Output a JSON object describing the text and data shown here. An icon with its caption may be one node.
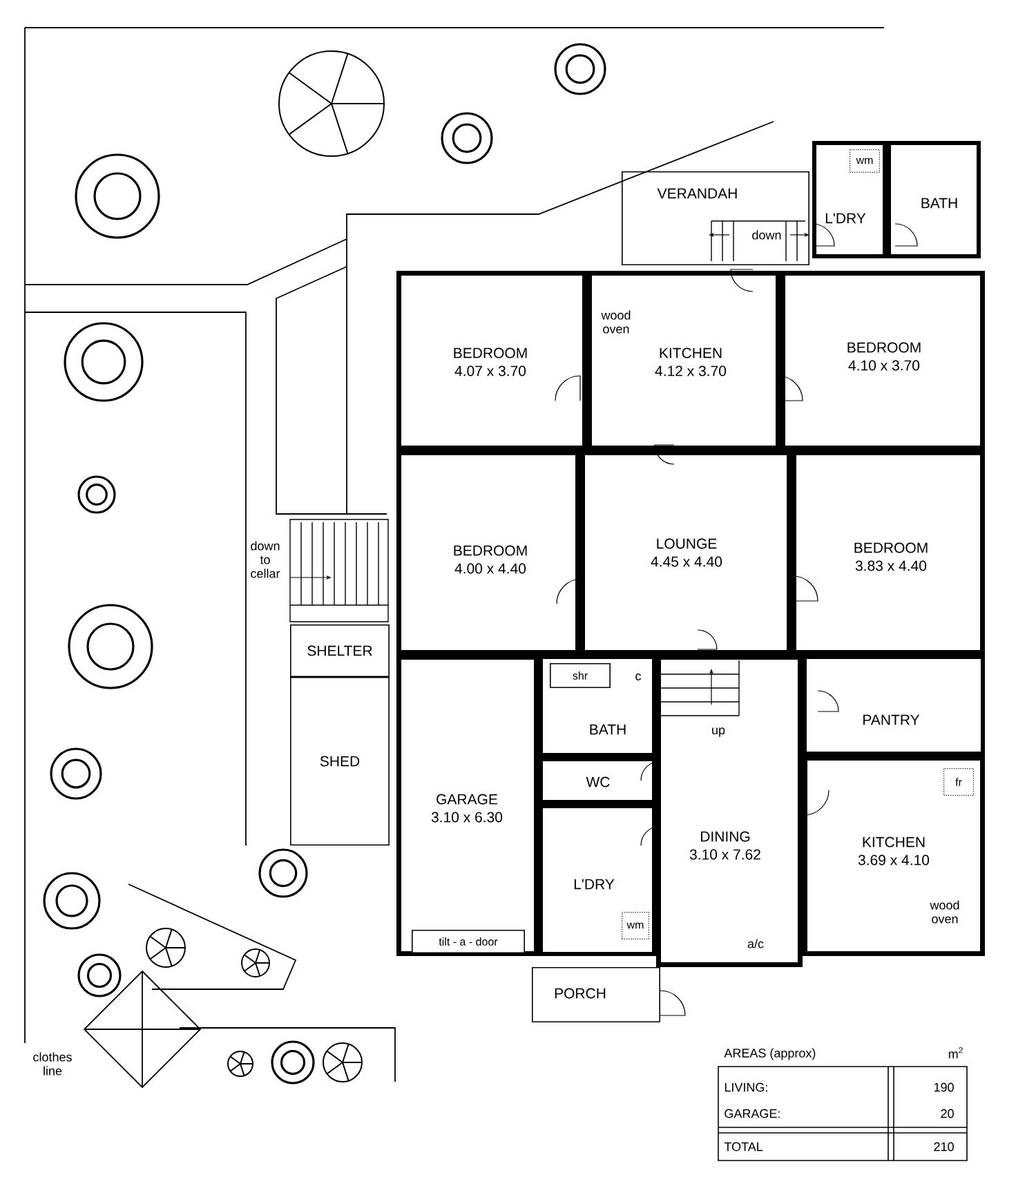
{
  "diagram": {
    "nodes": [
      {
        "text": [
          "VERANDAH"
        ]
      },
      {
        "text": [
          "L'DRY"
        ]
      },
      {
        "text": [
          "wm"
        ],
        "in": 1
      },
      {
        "text": [
          "BATH"
        ]
      },
      {
        "text": [
          "BEDROOM",
          "4.07 x 3.70"
        ]
      },
      {
        "text": [
          "KITCHEN",
          "4.12 x 3.70"
        ]
      },
      {
        "text": [
          "BEDROOM",
          "4.10 x 3.70"
        ]
      },
      {
        "text": [
          "BEDROOM",
          "4.00 x 4.40"
        ]
      },
      {
        "text": [
          "LOUNGE",
          "4.45 x 4.40"
        ]
      },
      {
        "text": [
          "BEDROOM",
          "3.83 x 4.40"
        ]
      },
      {
        "text": [
          "SHELTER"
        ]
      },
      {
        "text": [
          "BATH"
        ]
      },
      {
        "text": [
          "shr"
        ],
        "in": 11
      },
      {
        "text": [
          "PANTRY"
        ]
      },
      {
        "text": [
          "WC"
        ]
      },
      {
        "text": [
          "KITCHEN",
          "3.69 x 4.10"
        ]
      },
      {
        "text": [
          "fr"
        ],
        "in": 15
      },
      {
        "text": [
          "SHED"
        ]
      },
      {
        "text": [
          "GARAGE",
          "3.10 x 6.30"
        ]
      },
      {
        "text": [
          "DINING",
          "3.10 x 7.62"
        ]
      },
      {
        "text": [
          "L'DRY"
        ]
      },
      {
        "text": [
          "wm"
        ],
        "in": 20
      },
      {
        "text": [
          "tilt - a - door"
        ],
        "in": 18
      },
      {
        "text": [
          "PORCH"
        ]
      }
    ],
    "labels": [
      "down",
      "wood oven",
      "down to cellar",
      "c",
      "up",
      "a/c",
      "wood oven",
      "clothes line",
      "AREAS (approx)",
      "m$^{2}$",
      "LIVING:",
      "190",
      "GARAGE:",
      "20",
      "TOTAL",
      "210"
    ]
  }
}
